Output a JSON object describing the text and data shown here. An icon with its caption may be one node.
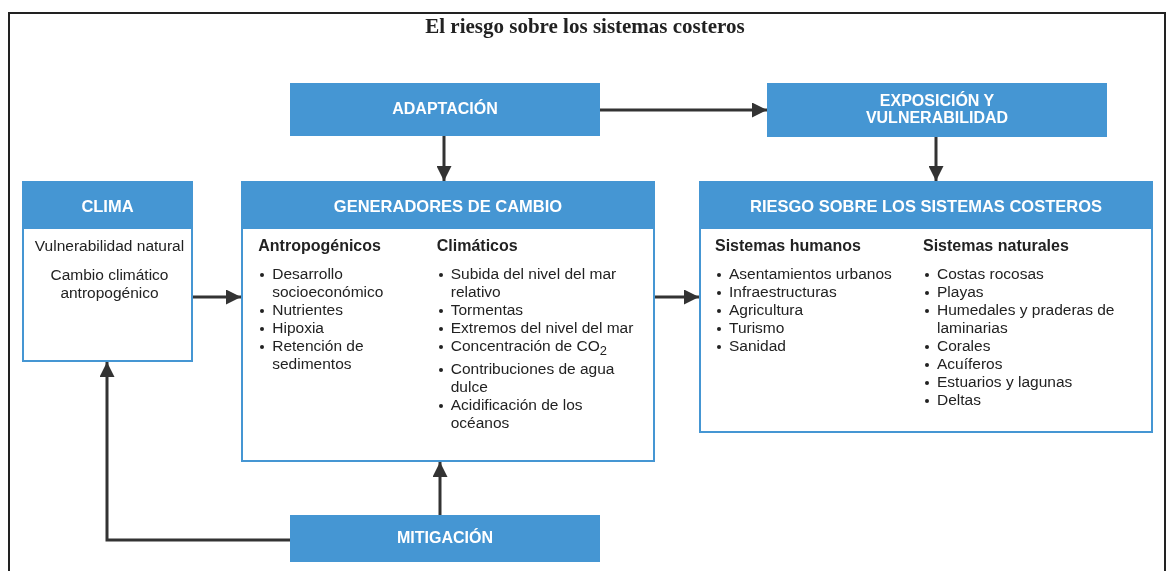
{
  "diagram": {
    "title": "El riesgo sobre los sistemas costeros",
    "nodes": [
      {
        "text": [
          "ADAPTACIÓN"
        ]
      },
      {
        "text": [
          "EXPOSICIÓN Y VULNERABILIDAD"
        ]
      },
      {
        "text": [
          "CLIMA",
          "Vulnerabilidad natural",
          "Cambio climático antropogénico"
        ]
      },
      {
        "text": [
          "GENERADORES DE CAMBIO",
          "Antropogénicos",
          "Desarrollo socioeconómico",
          "Nutrientes",
          "Hipoxia",
          "Retención de sedimentos",
          "Climáticos",
          "Subida del nivel del mar relativo",
          "Tormentas",
          "Extremos del nivel del mar",
          "Concentración de CO$_{2}$",
          "Contribuciones de agua dulce",
          "Acidificación de los océanos"
        ]
      },
      {
        "text": [
          "RIESGO SOBRE LOS SISTEMAS COSTEROS",
          "Sistemas humanos",
          "Asentamientos urbanos",
          "Infraestructuras",
          "Agricultura",
          "Turismo",
          "Sanidad",
          "Sistemas naturales",
          "Costas rocosas",
          "Playas",
          "Humedales y praderas de laminarias",
          "Corales",
          "Acuíferos",
          "Estuarios y lagunas",
          "Deltas"
        ]
      },
      {
        "text": [
          "MITIGACIÓN"
        ]
      }
    ],
    "edges": [
      {
        "from": 0,
        "to": 1,
        "arrow": "to"
      },
      {
        "from": 0,
        "to": 3,
        "arrow": "to"
      },
      {
        "from": 1,
        "to": 4,
        "arrow": "to"
      },
      {
        "from": 2,
        "to": 3,
        "arrow": "to"
      },
      {
        "from": 3,
        "to": 4,
        "arrow": "to"
      },
      {
        "from": 5,
        "to": 3,
        "arrow": "to"
      },
      {
        "from": 5,
        "to": 2,
        "arrow": "to"
      }
    ]
  }
}
